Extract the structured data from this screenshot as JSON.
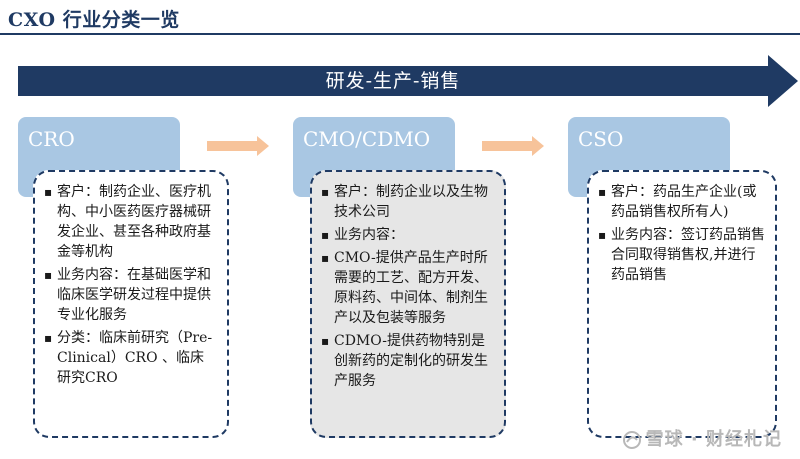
{
  "title": "CXO 行业分类一览",
  "colors": {
    "navy": "#1f3a63",
    "header_blue": "#a9c7e3",
    "card_fill_white": "#ffffff",
    "card_fill_gray": "#e6e6e6",
    "small_arrow": "#f7c39a",
    "accent_rule": "#1f3a63"
  },
  "main_arrow": {
    "label": "研发-生产-销售",
    "icon": "long-right-arrow"
  },
  "columns": [
    {
      "header": "CRO",
      "items": [
        "客户：制药企业、医疗机构、中小医药医疗器械研发企业、甚至各种政府基金等机构",
        "业务内容：在基础医学和临床医学研发过程中提供专业化服务",
        "分类：临床前研究（Pre-Clinical）CRO 、临床研究CRO"
      ]
    },
    {
      "header": "CMO/CDMO",
      "items": [
        "客户：制药企业以及生物技术公司",
        "业务内容：",
        "CMO-提供产品生产时所需要的工艺、配方开发、原料药、中间体、制剂生产以及包装等服务",
        "CDMO-提供药物特别是创新药的定制化的研发生产服务"
      ]
    },
    {
      "header": "CSO",
      "items": [
        "客户：药品生产企业(或药品销售权所有人)",
        "业务内容：签订药品销售合同取得销售权,并进行药品销售"
      ]
    }
  ],
  "bullet_glyph": "▪",
  "watermark": {
    "text": "雪球 · 财经札记",
    "icon": "snowball-logo-icon"
  }
}
